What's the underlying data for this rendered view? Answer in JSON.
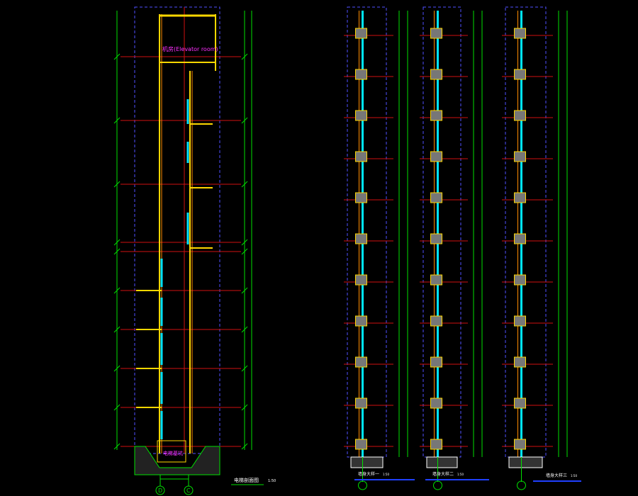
{
  "left_section": {
    "room_label": "机房(Elevator room)",
    "pit_label": "电梯基坑",
    "axis_left": "D",
    "axis_right": "C",
    "title": "电梯剖面图",
    "scale": "1:50"
  },
  "wall_sections": [
    {
      "title": "墙身大样一",
      "scale": "1:50",
      "axis": ""
    },
    {
      "title": "墙身大样二",
      "scale": "1:50",
      "axis": ""
    },
    {
      "title": "墙身大样三",
      "scale": "1:50",
      "axis": ""
    }
  ],
  "colors": {
    "background": "#000000",
    "wall": "#ffd700",
    "wall_edge": "#ff8c00",
    "floor_line": "#d01010",
    "dimension": "#00e000",
    "glass": "#00e5ff",
    "grid": "#5050ff",
    "label": "#ff30ff",
    "text": "#ffffff"
  }
}
